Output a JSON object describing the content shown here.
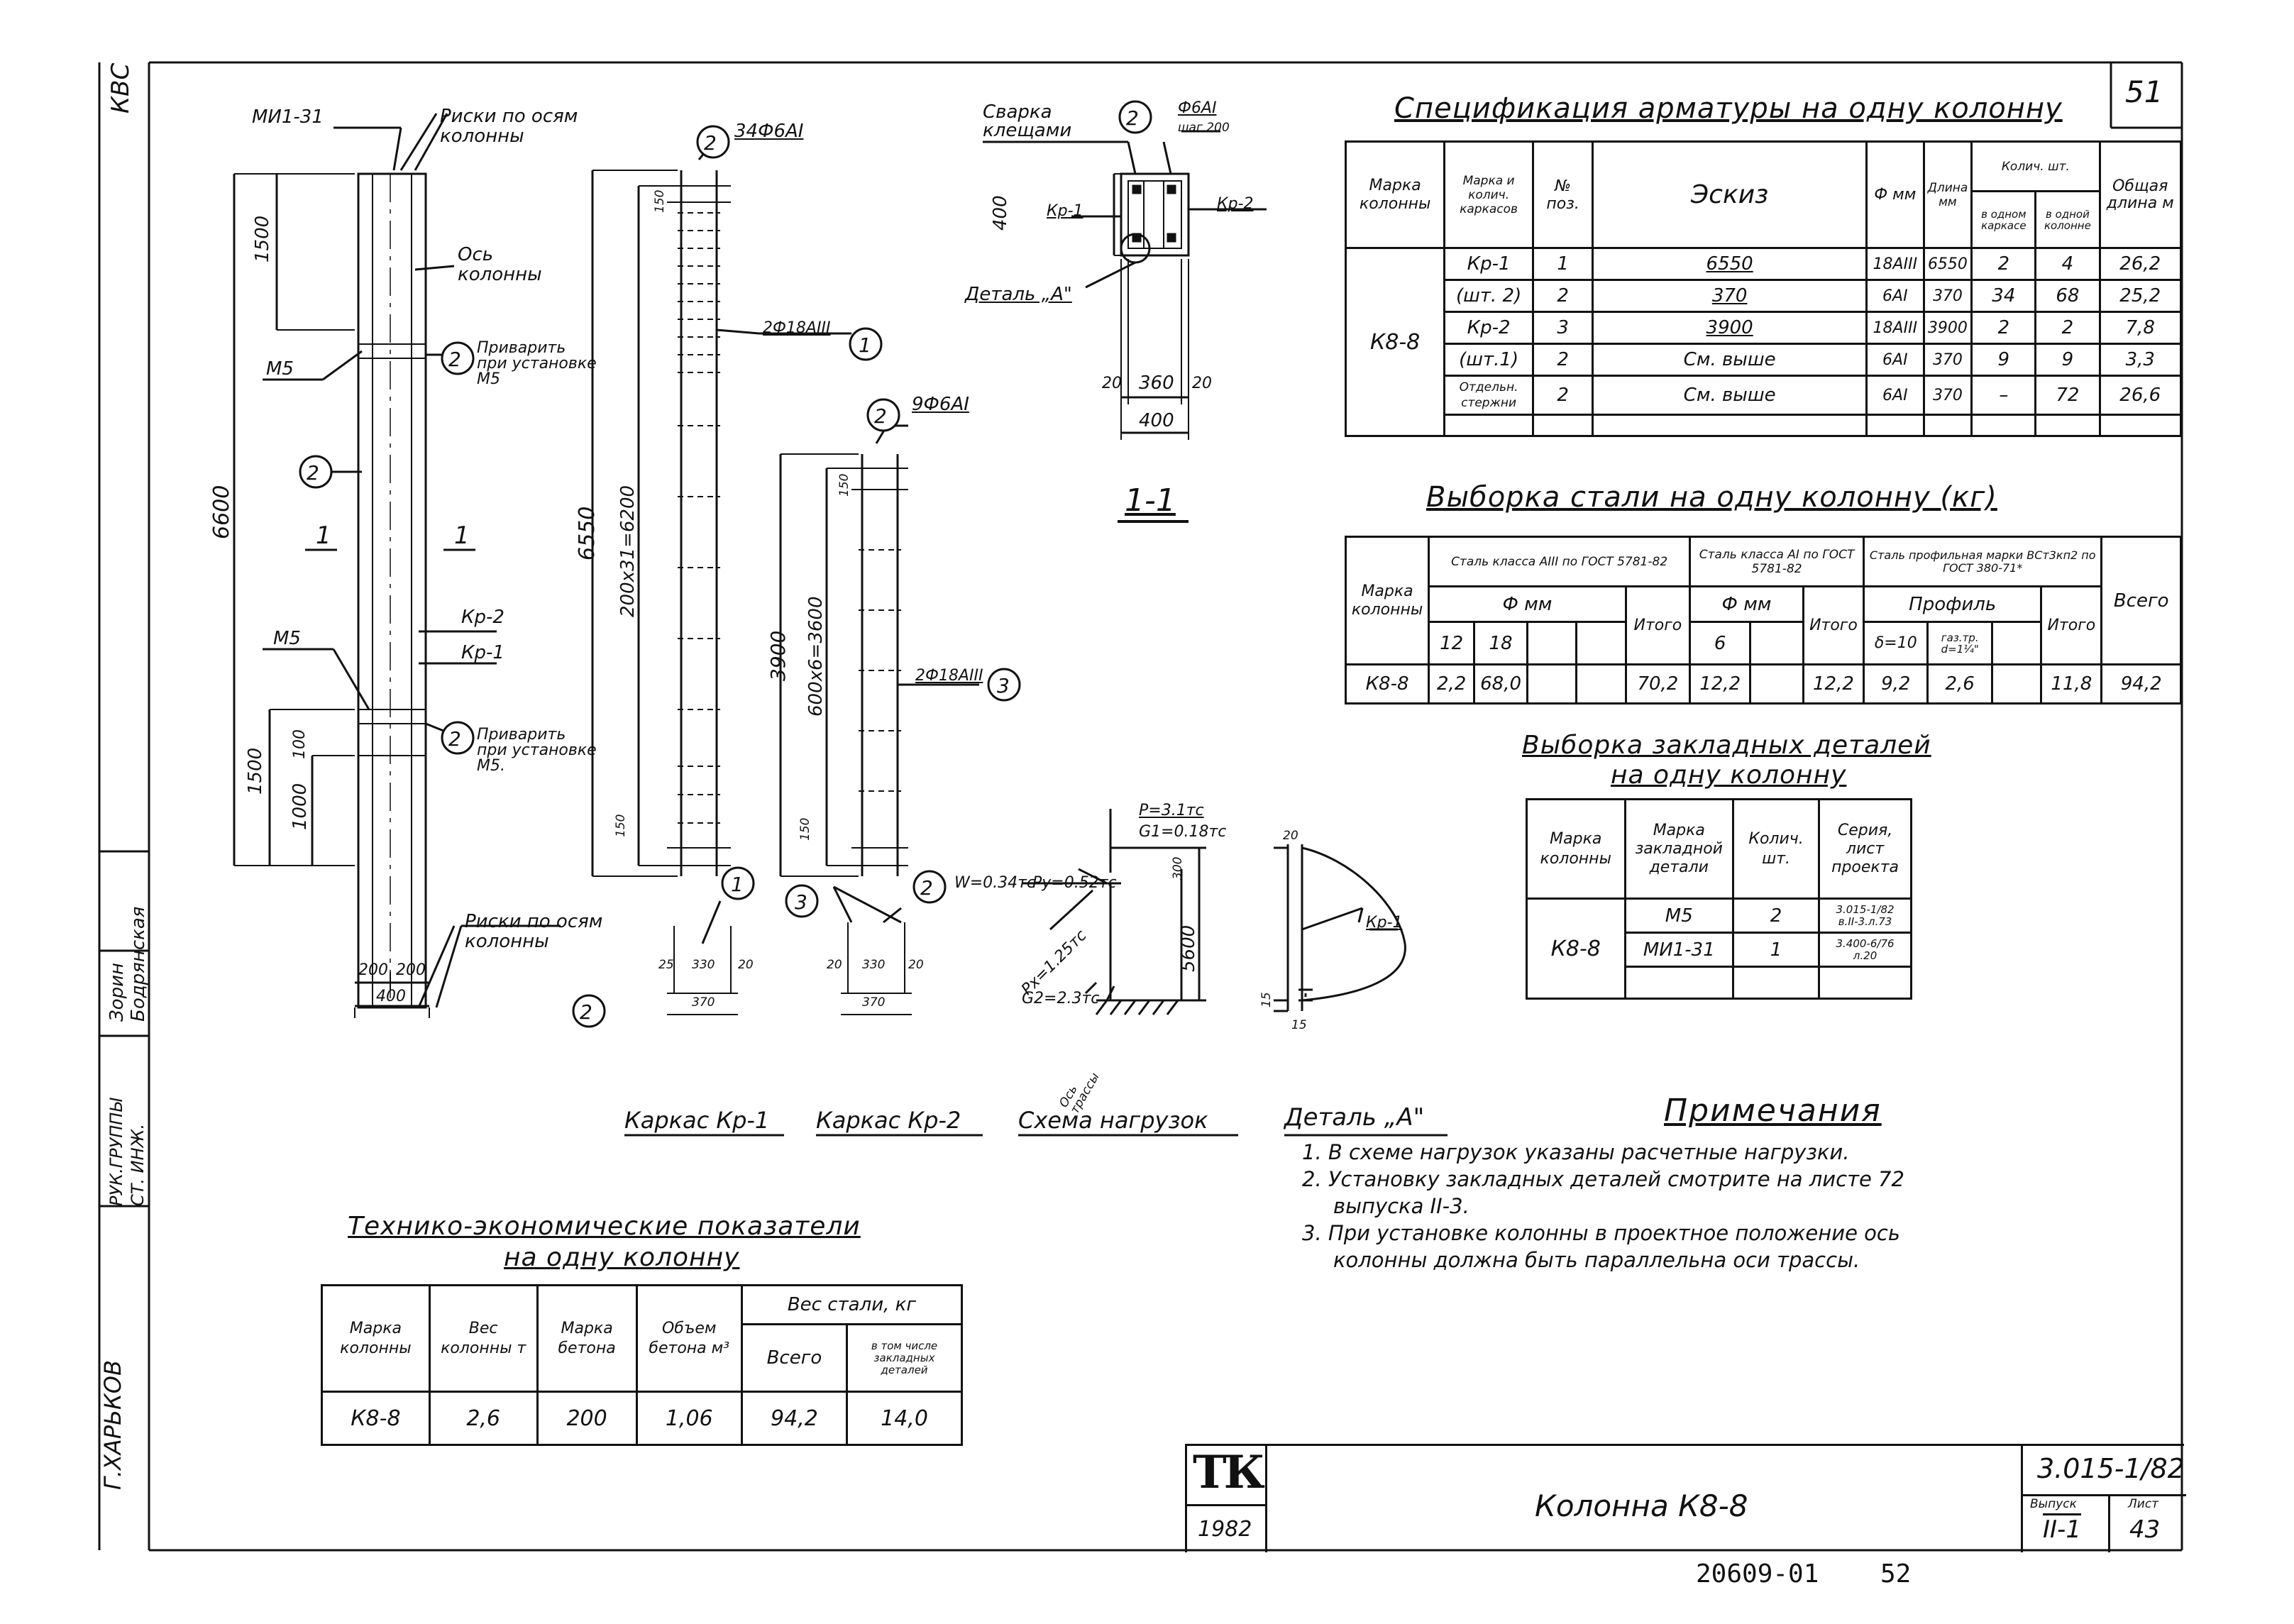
{
  "sheet": {
    "corner_number": "51",
    "stamp_bottom_left": "20609-01",
    "stamp_bottom_right": "52"
  },
  "side_strip": {
    "kvs": "КВС",
    "group_head": "РУК.ГРУППЫ",
    "group_head_name": "Зорин",
    "senior_eng": "СТ. ИНЖ.",
    "senior_eng_name": "Бодрянская",
    "city": "Г.ХАРЬКОВ"
  },
  "drawing": {
    "mi_label": "МИ1-31",
    "risks_top": "Риски по осям колонны",
    "axis": "Ось колонны",
    "m5_a": "М5",
    "weld_a": "Приварить при установке М5",
    "m5_b": "М5",
    "kr2": "Кр-2",
    "kr1": "Кр-1",
    "weld_b": "Приварить при установке М5.",
    "risks_bottom": "Риски по осям колонны",
    "dim_1500_top": "1500",
    "dim_6600": "6600",
    "dim_1500_bot": "1500",
    "dim_1000": "1000",
    "dim_100": "100",
    "dim_200a": "200",
    "dim_200b": "200",
    "dim_400": "400",
    "sec_1a": "1",
    "sec_1b": "1",
    "circle_2": "2",
    "kr1_top": "34Ф6АI",
    "kr1_dim_6550": "6550",
    "kr1_dim_pitch": "200х31=6200",
    "kr1_bar": "2Ф18АIII",
    "kr1_150a": "150",
    "kr1_150b": "150",
    "kr1_b1": "25",
    "kr1_b2": "330",
    "kr1_b3": "20",
    "kr1_b4": "370",
    "kr2_top": "9Ф6АI",
    "kr2_dim_3900": "3900",
    "kr2_dim_pitch": "600х6=3600",
    "kr2_bar": "2Ф18АIII",
    "kr2_150a": "150",
    "kr2_150b": "150",
    "kr2_b1": "20",
    "kr2_b2": "330",
    "kr2_b3": "20",
    "kr2_b4": "370",
    "svarka": "Сварка клещами",
    "phi6": "Ф6АI",
    "shag": "шаг 200",
    "sec_dim_400v": "400",
    "sec_kr1": "Кр-1",
    "sec_kr2": "Кр-2",
    "detal_a": "Деталь „А\"",
    "sec_20a": "20",
    "sec_360": "360",
    "sec_20b": "20",
    "sec_400": "400",
    "sec_title": "1-1",
    "load_p": "Р=3.1тс",
    "load_g1": "G1=0.18тс",
    "load_w": "W=0.34тс",
    "load_py": "Рy=0.52тс",
    "load_px": "Рx=1.25тс",
    "load_5600": "5600",
    "load_300": "300",
    "load_g2": "G2=2.3тс",
    "load_axis": "Ось трассы",
    "det_20": "20",
    "det_kr1": "Кр-1",
    "det_15a": "15",
    "det_15b": "15",
    "cap_kr1": "Каркас Кр-1",
    "cap_kr2": "Каркас Кр-2",
    "cap_load": "Схема нагрузок",
    "cap_det": "Деталь „А\""
  },
  "spec": {
    "title": "Спецификация арматуры на одну колонну",
    "h_col": "Марка колонны",
    "h_frame": "Марка и колич. каркасов",
    "h_pos": "№ поз.",
    "h_sketch": "Эскиз",
    "h_phi": "Ф мм",
    "h_len": "Длина мм",
    "h_qty": "Колич. шт.",
    "h_in_frame": "в одном каркасе",
    "h_in_col": "в одной колонне",
    "h_total": "Общая длина м",
    "col_mark": "К8-8",
    "rows": [
      {
        "frame": "Кр-1",
        "pos": "1",
        "sketch": "6550",
        "phi": "18АIII",
        "len": "6550",
        "q1": "2",
        "q2": "4",
        "tot": "26,2"
      },
      {
        "frame": "(шт. 2)",
        "pos": "2",
        "sketch": "370",
        "phi": "6АI",
        "len": "370",
        "q1": "34",
        "q2": "68",
        "tot": "25,2"
      },
      {
        "frame": "Кр-2",
        "pos": "3",
        "sketch": "3900",
        "phi": "18АIII",
        "len": "3900",
        "q1": "2",
        "q2": "2",
        "tot": "7,8"
      },
      {
        "frame": "(шт.1)",
        "pos": "2",
        "sketch": "См. выше",
        "phi": "6АI",
        "len": "370",
        "q1": "9",
        "q2": "9",
        "tot": "3,3"
      },
      {
        "frame": "Отдельн. стержни",
        "pos": "2",
        "sketch": "См. выше",
        "phi": "6АI",
        "len": "370",
        "q1": "–",
        "q2": "72",
        "tot": "26,6"
      }
    ]
  },
  "steel": {
    "title": "Выборка стали на одну колонну (кг)",
    "h_mark": "Марка колонны",
    "h_a3": "Сталь класса АIII по ГОСТ 5781-82",
    "h_a1": "Сталь класса АI по ГОСТ 5781-82",
    "h_prof": "Сталь профильная марки ВСт3кп2 по ГОСТ 380-71*",
    "h_phi_a": "Ф мм",
    "h_phi_b": "Ф мм",
    "h_profile": "Профиль",
    "h_12": "12",
    "h_18": "18",
    "h_itogo_a": "Итого",
    "h_6": "6",
    "h_itogo_b": "Итого",
    "h_d10": "δ=10",
    "h_pipe": "газ.тр. d=1¼\"",
    "h_itogo_c": "Итого",
    "h_vsego": "Всего",
    "row": {
      "mark": "К8-8",
      "v12": "2,2",
      "v18": "68,0",
      "itogo_a": "70,2",
      "v6": "12,2",
      "itogo_b": "12,2",
      "d10": "9,2",
      "pipe": "2,6",
      "itogo_c": "11,8",
      "vsego": "94,2"
    }
  },
  "embed": {
    "title_1": "Выборка закладных деталей",
    "title_2": "на одну колонну",
    "h_mark": "Марка колонны",
    "h_part": "Марка закладной детали",
    "h_qty": "Колич. шт.",
    "h_series": "Серия, лист проекта",
    "col_mark": "К8-8",
    "rows": [
      {
        "part": "М5",
        "qty": "2",
        "series_1": "3.015-1/82",
        "series_2": "в.II-3.л.73"
      },
      {
        "part": "МИ1-31",
        "qty": "1",
        "series_1": "3.400-6/76",
        "series_2": "л.20"
      }
    ]
  },
  "notes": {
    "title": "Примечания",
    "items": [
      "1. В схеме нагрузок указаны расчетные нагрузки.",
      "2. Установку закладных деталей смотрите на листе 72",
      "выпуска II-3.",
      "3. При установке колонны в проектное положение ось",
      "колонны должна быть параллельна оси трассы."
    ]
  },
  "tech": {
    "title_1": "Технико-экономические показатели",
    "title_2": "на одну колонну",
    "h_mark": "Марка колонны",
    "h_weight": "Вес колонны т",
    "h_concrete": "Марка бетона",
    "h_volume": "Объем бетона м³",
    "h_steel": "Вес стали, кг",
    "h_all": "Всего",
    "h_incl": "в том числе закладных деталей",
    "row": {
      "mark": "К8-8",
      "weight": "2,6",
      "concrete": "200",
      "volume": "1,06",
      "all": "94,2",
      "incl": "14,0"
    }
  },
  "title_block": {
    "logo": "ТК",
    "year": "1982",
    "name": "Колонна К8-8",
    "series": "3.015-1/82",
    "issue_label": "Выпуск",
    "issue": "II-1",
    "sheet_label": "Лист",
    "sheet": "43"
  }
}
